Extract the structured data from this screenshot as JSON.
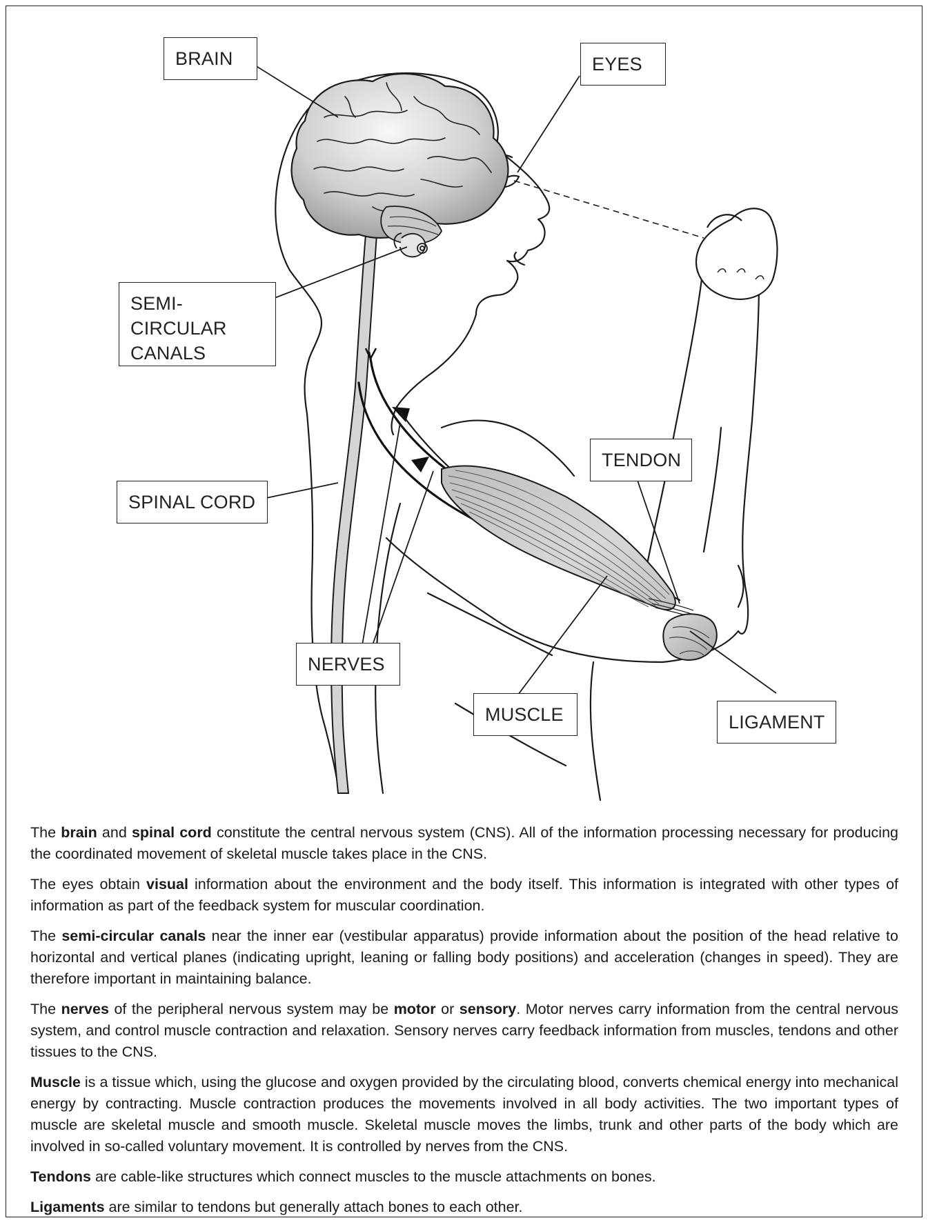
{
  "labels": {
    "brain": "BRAIN",
    "eyes": "EYES",
    "semi_circular_canals": "SEMI-CIRCULAR CANALS",
    "tendon": "TENDON",
    "spinal_cord": "SPINAL CORD",
    "nerves": "NERVES",
    "muscle": "MUSCLE",
    "ligament": "LIGAMENT"
  },
  "paragraphs": [
    [
      {
        "t": "The ",
        "b": false
      },
      {
        "t": "brain",
        "b": true
      },
      {
        "t": " and ",
        "b": false
      },
      {
        "t": "spinal cord",
        "b": true
      },
      {
        "t": " constitute the central nervous system (CNS). All of the information processing necessary for producing the coordinated movement of skeletal muscle takes place in the CNS.",
        "b": false
      }
    ],
    [
      {
        "t": "The eyes obtain ",
        "b": false
      },
      {
        "t": "visual",
        "b": true
      },
      {
        "t": " information about the environment and the body itself. This information is integrated with other types of information as part of the feedback system for muscular coordination.",
        "b": false
      }
    ],
    [
      {
        "t": "The ",
        "b": false
      },
      {
        "t": "semi-circular canals",
        "b": true
      },
      {
        "t": " near the inner ear (vestibular apparatus) provide information about the position of the head relative to horizontal and vertical planes (indicating upright, leaning or falling body positions) and acceleration (changes in speed). They are therefore important in maintaining balance.",
        "b": false
      }
    ],
    [
      {
        "t": "The ",
        "b": false
      },
      {
        "t": "nerves",
        "b": true
      },
      {
        "t": " of the peripheral nervous system may be ",
        "b": false
      },
      {
        "t": "motor",
        "b": true
      },
      {
        "t": " or ",
        "b": false
      },
      {
        "t": "sensory",
        "b": true
      },
      {
        "t": ". Motor nerves carry information from the central nervous system, and control muscle contraction and relaxation. Sensory nerves carry feedback information from muscles, tendons and other tissues to the CNS.",
        "b": false
      }
    ],
    [
      {
        "t": "Muscle",
        "b": true
      },
      {
        "t": " is a tissue which, using the glucose and oxygen provided by the circulating blood, converts chemical energy into mechanical energy by contracting. Muscle contraction produces the movements involved in all body activities. The two important types of muscle are skeletal muscle and smooth muscle. Skeletal muscle moves the limbs, trunk and other parts of the body which are involved in so-called voluntary movement. It is controlled by nerves from the CNS.",
        "b": false
      }
    ],
    [
      {
        "t": "Tendons",
        "b": true
      },
      {
        "t": " are cable-like structures which connect muscles to the muscle attachments on bones.",
        "b": false
      }
    ],
    [
      {
        "t": "Ligaments",
        "b": true
      },
      {
        "t": " are similar to tendons but generally attach bones to each other.",
        "b": false
      }
    ]
  ]
}
